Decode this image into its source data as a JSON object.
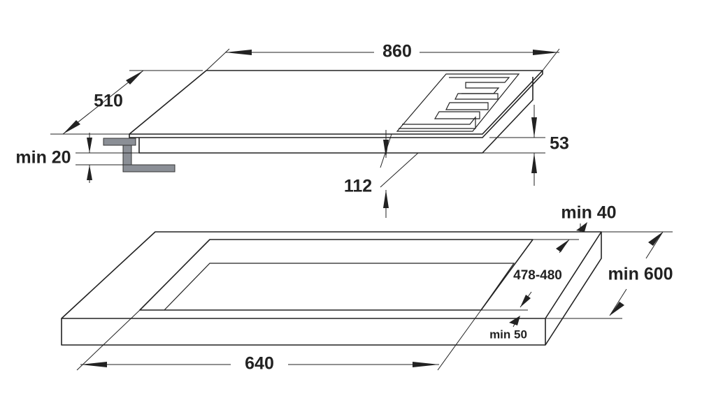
{
  "dimensions": {
    "hob_width": "860",
    "hob_depth": "510",
    "hob_height": "53",
    "below_height": "112",
    "bracket_clearance": "min 20",
    "cutout_width": "640",
    "cutout_depth": "478-480",
    "worktop_depth": "min 600",
    "rear_clearance": "min 40",
    "front_clearance": "min 50"
  }
}
